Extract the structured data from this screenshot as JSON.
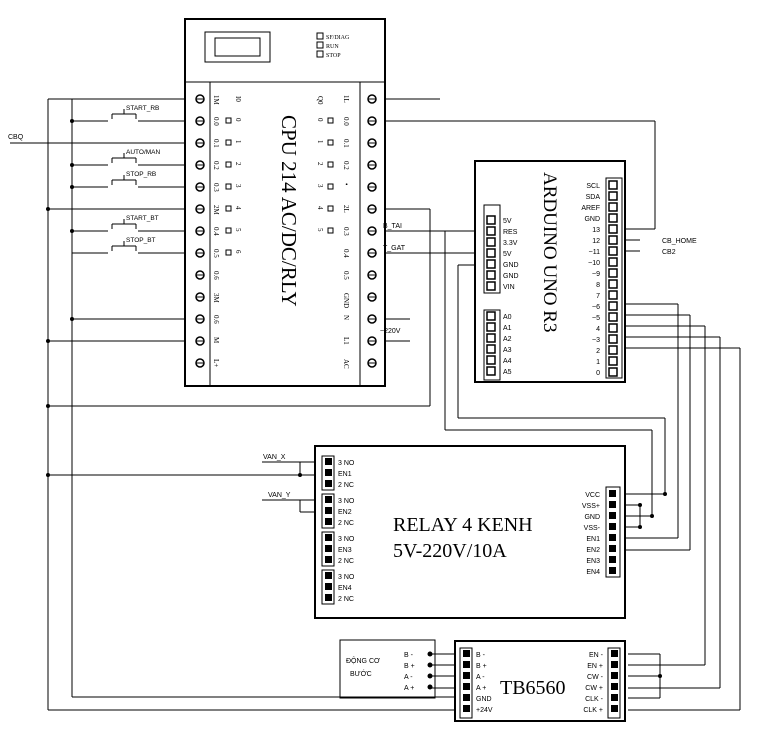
{
  "plc": {
    "title": "CPU 214 AC/DC/RLY",
    "leds": [
      "SF/DIAG",
      "RUN",
      "STOP"
    ],
    "left_terminals": [
      "1M",
      "0.0",
      "0.1",
      "0.2",
      "0.3",
      "2M",
      "0.4",
      "0.5",
      "0.6",
      "3M",
      "0.6",
      "M",
      "L+"
    ],
    "inner_left": [
      "I0",
      "0",
      "1",
      "2",
      "3",
      "4",
      "5",
      "6"
    ],
    "inner_right": [
      "Q0",
      "0",
      "1",
      "2",
      "3",
      "4",
      "5"
    ],
    "right_terminals": [
      "1L",
      "0.0",
      "0.1",
      "0.2",
      "•",
      "2L",
      "0.3",
      "0.4",
      "0.5",
      "GND",
      "N",
      "L1",
      "AC"
    ]
  },
  "switches": [
    "START_RB",
    "AUTO/MAN",
    "STOP_RB",
    "START_BT",
    "STOP_BT"
  ],
  "sensor_label": "CBQ",
  "plc_outputs": [
    "B_TAI",
    "T_GAT",
    "~220V"
  ],
  "arduino": {
    "title": "ARDUINO UNO R3",
    "power_pins": [
      "5V",
      "RES",
      "3.3V",
      "5V",
      "GND",
      "GND",
      "VIN"
    ],
    "analog_pins": [
      "A0",
      "A1",
      "A2",
      "A3",
      "A4",
      "A5"
    ],
    "digital_pins": [
      "SCL",
      "SDA",
      "AREF",
      "GND",
      "13",
      "12",
      "~11",
      "~10",
      "~9",
      "8",
      "7",
      "~6",
      "~5",
      "4",
      "~3",
      "2",
      "1",
      "0"
    ],
    "labels": [
      "CB_HOME",
      "CB2"
    ]
  },
  "relay": {
    "title_line1": "RELAY 4 KENH",
    "title_line2": "5V-220V/10A",
    "channels": [
      {
        "no": "3 NO",
        "en": "EN1",
        "nc": "2 NC"
      },
      {
        "no": "3 NO",
        "en": "EN2",
        "nc": "2 NC"
      },
      {
        "no": "3 NO",
        "en": "EN3",
        "nc": "2 NC"
      },
      {
        "no": "3 NO",
        "en": "EN4",
        "nc": "2 NC"
      }
    ],
    "right_pins": [
      "VCC",
      "VSS+",
      "GND",
      "VSS-",
      "EN1",
      "EN2",
      "EN3",
      "EN4"
    ],
    "valves": [
      "VAN_X",
      "VAN_Y"
    ]
  },
  "motor": {
    "line1": "ĐỘNG CƠ",
    "line2": "BƯỚC",
    "pins": [
      "B -",
      "B +",
      "A -",
      "A +"
    ]
  },
  "driver": {
    "title": "TB6560",
    "left_pins": [
      "B -",
      "B +",
      "A -",
      "A +",
      "GND",
      "+24V"
    ],
    "right_pins": [
      "EN -",
      "EN +",
      "CW -",
      "CW +",
      "CLK -",
      "CLK +"
    ]
  }
}
